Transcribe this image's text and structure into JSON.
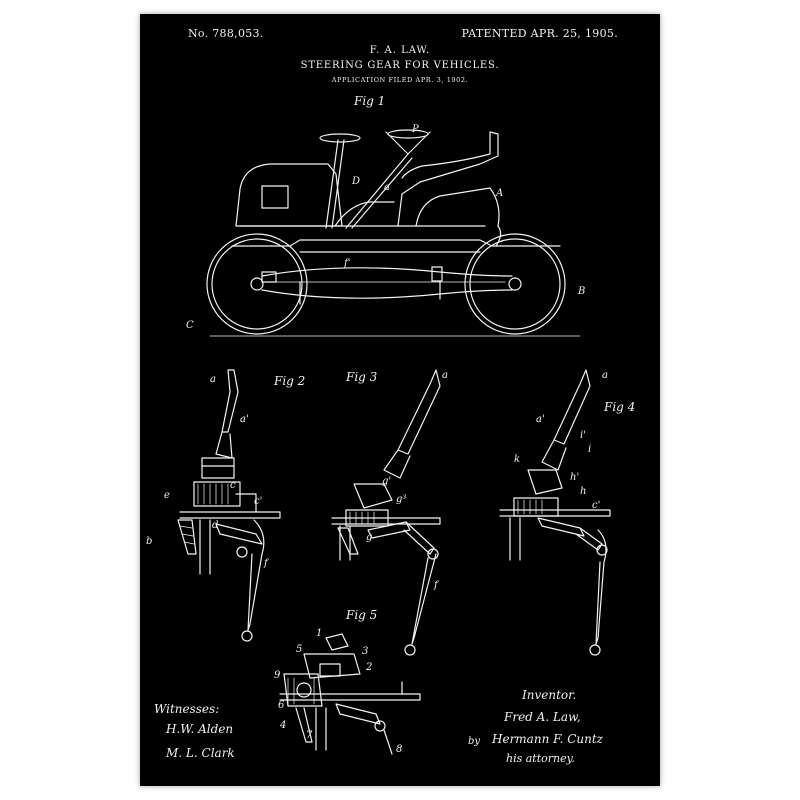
{
  "header": {
    "patent_number": "No. 788,053.",
    "patent_date": "PATENTED APR. 25, 1905.",
    "inventor": "F. A. LAW.",
    "title": "STEERING GEAR FOR VEHICLES.",
    "application": "APPLICATION FILED APR. 3, 1902."
  },
  "figures": {
    "fig1": "Fig 1",
    "fig2": "Fig 2",
    "fig3": "Fig 3",
    "fig4": "Fig 4",
    "fig5": "Fig 5"
  },
  "labels": {
    "p": "P",
    "d": "D",
    "a": "a",
    "A": "A",
    "f1": "f'",
    "B": "B",
    "C": "C",
    "a1": "a'",
    "c": "c",
    "c1": "c'",
    "e": "e",
    "b": "b",
    "d_small": "d",
    "f": "f",
    "g1": "g'",
    "g3": "g³",
    "g": "g",
    "i": "i",
    "i1": "i'",
    "k": "k",
    "h": "h",
    "h1": "h'",
    "n1": "1",
    "n2": "2",
    "n3": "3",
    "n4": "4",
    "n5": "5",
    "n6": "6",
    "n7": "7",
    "n8": "8",
    "n9": "9"
  },
  "witnesses": {
    "label": "Witnesses:",
    "names": [
      "H.W. Alden",
      "M. L. Clark"
    ]
  },
  "inventor_block": {
    "label": "Inventor.",
    "name": "Fred A. Law,",
    "by": "by",
    "attorney_name": "Hermann F. Cuntz",
    "attorney_label": "his attorney."
  },
  "colors": {
    "poster_background": "#000000",
    "line_color": "#f2f2f2",
    "page_background": "#ffffff"
  }
}
